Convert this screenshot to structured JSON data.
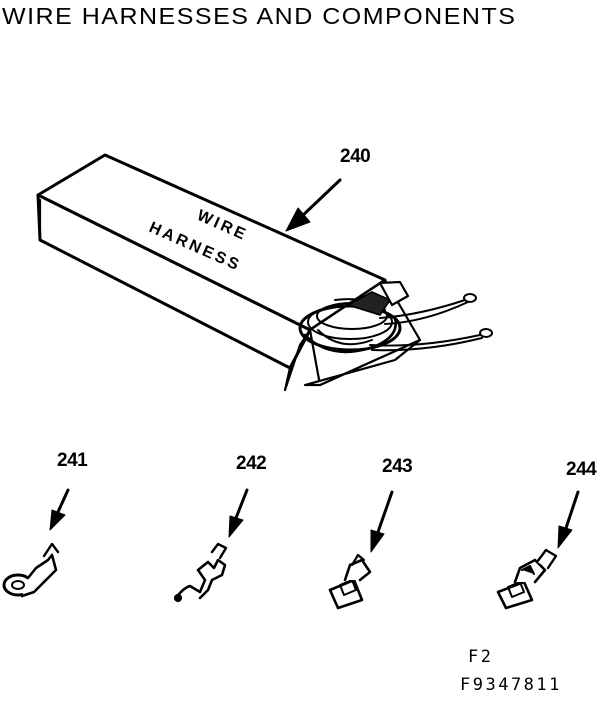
{
  "title": "WIRE HARNESSES AND COMPONENTS",
  "parts": {
    "harness": {
      "number": "240",
      "box_text_line1": "WIRE",
      "box_text_line2": "HARNESS"
    },
    "terminal_1": {
      "number": "241"
    },
    "terminal_2": {
      "number": "242"
    },
    "terminal_3": {
      "number": "243"
    },
    "terminal_4": {
      "number": "244"
    }
  },
  "footer": {
    "figure_label": "F2",
    "drawing_number": "F9347811"
  }
}
